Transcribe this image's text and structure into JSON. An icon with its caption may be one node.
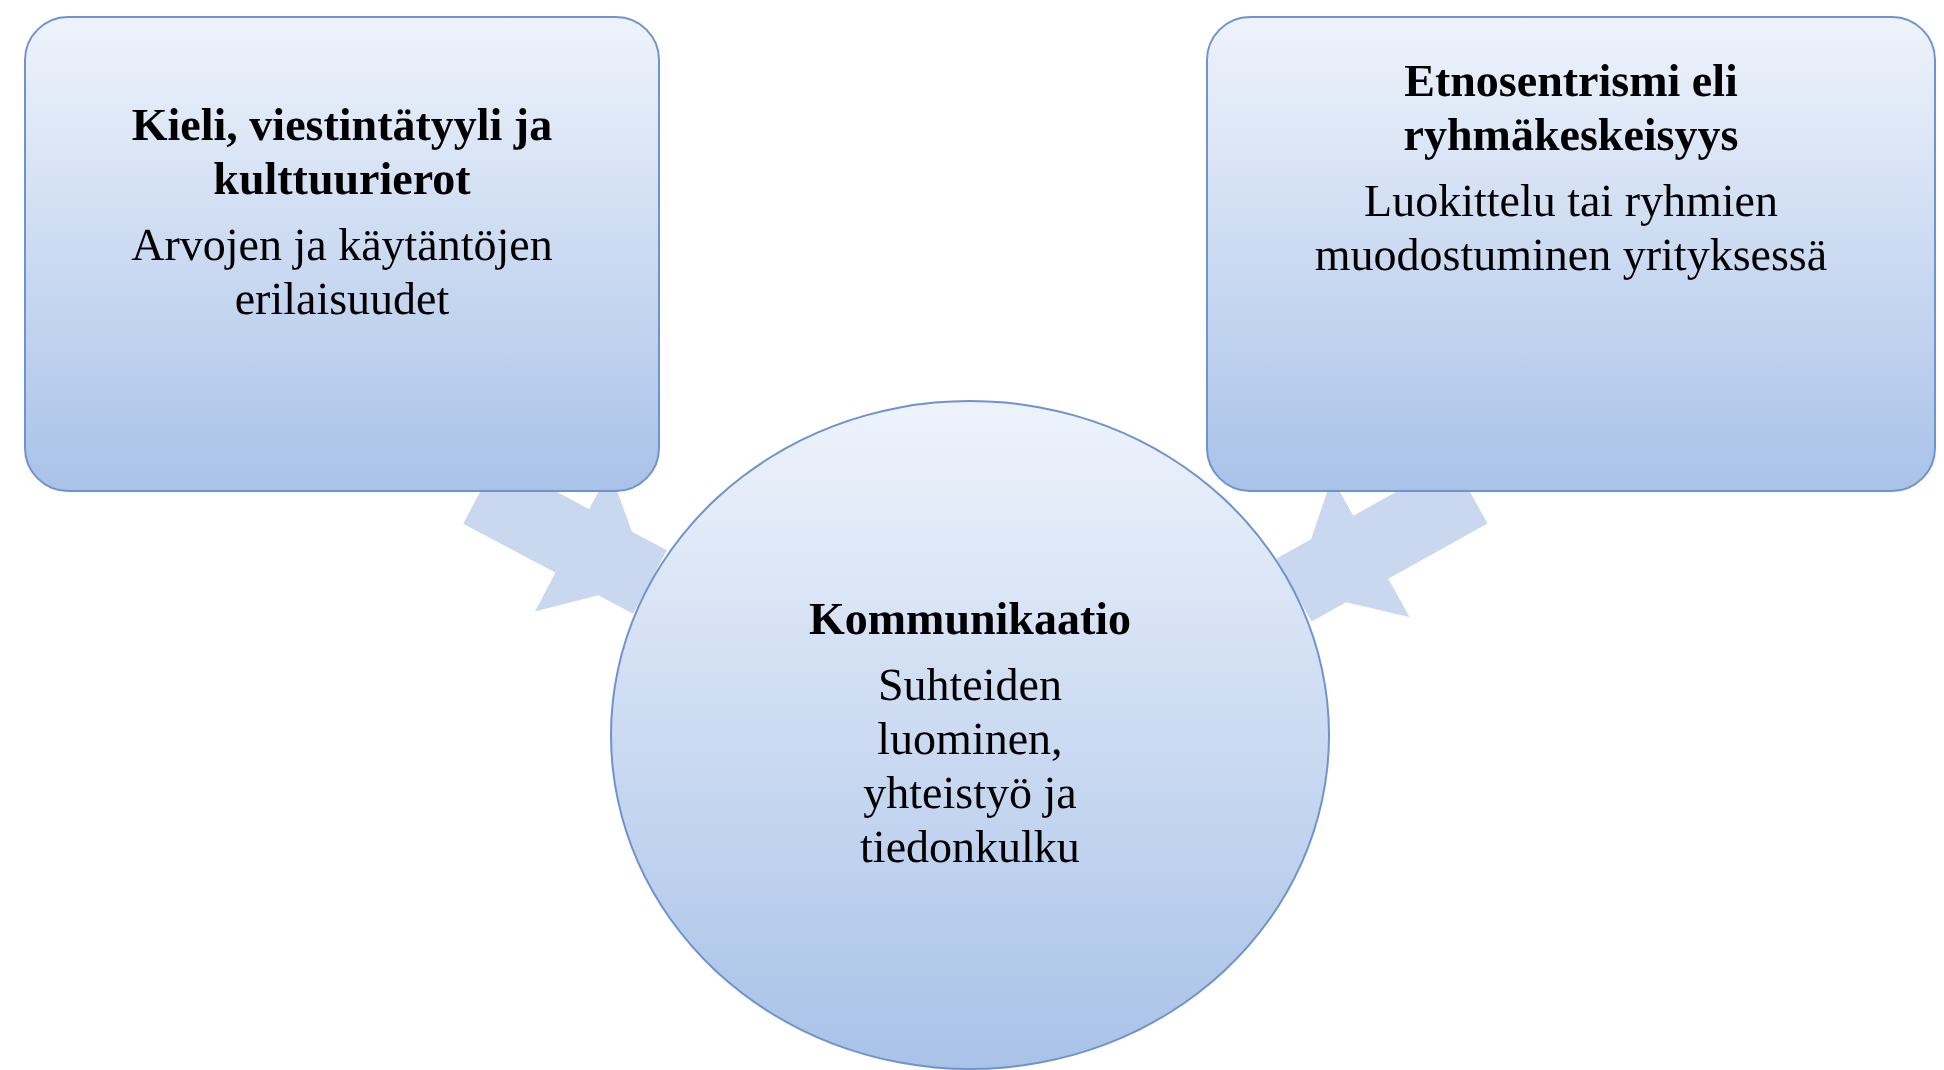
{
  "diagram": {
    "nodes": [
      {
        "text": [
          "Kieli, viestintätyyli ja kulttuurierot",
          "Arvojen ja käytäntöjen erilaisuudet"
        ]
      },
      {
        "text": [
          "Etnosentrismi eli ryhmäkeskeisyys",
          "Luokittelu tai ryhmien muodostuminen yrityksessä"
        ]
      },
      {
        "text": [
          "Kommunikaatio",
          "Suhteiden luominen, yhteistyö ja tiedonkulku"
        ]
      }
    ],
    "edges": [
      {
        "from": 0,
        "to": 2,
        "arrow": "to"
      },
      {
        "from": 1,
        "to": 2,
        "arrow": "to"
      }
    ]
  }
}
